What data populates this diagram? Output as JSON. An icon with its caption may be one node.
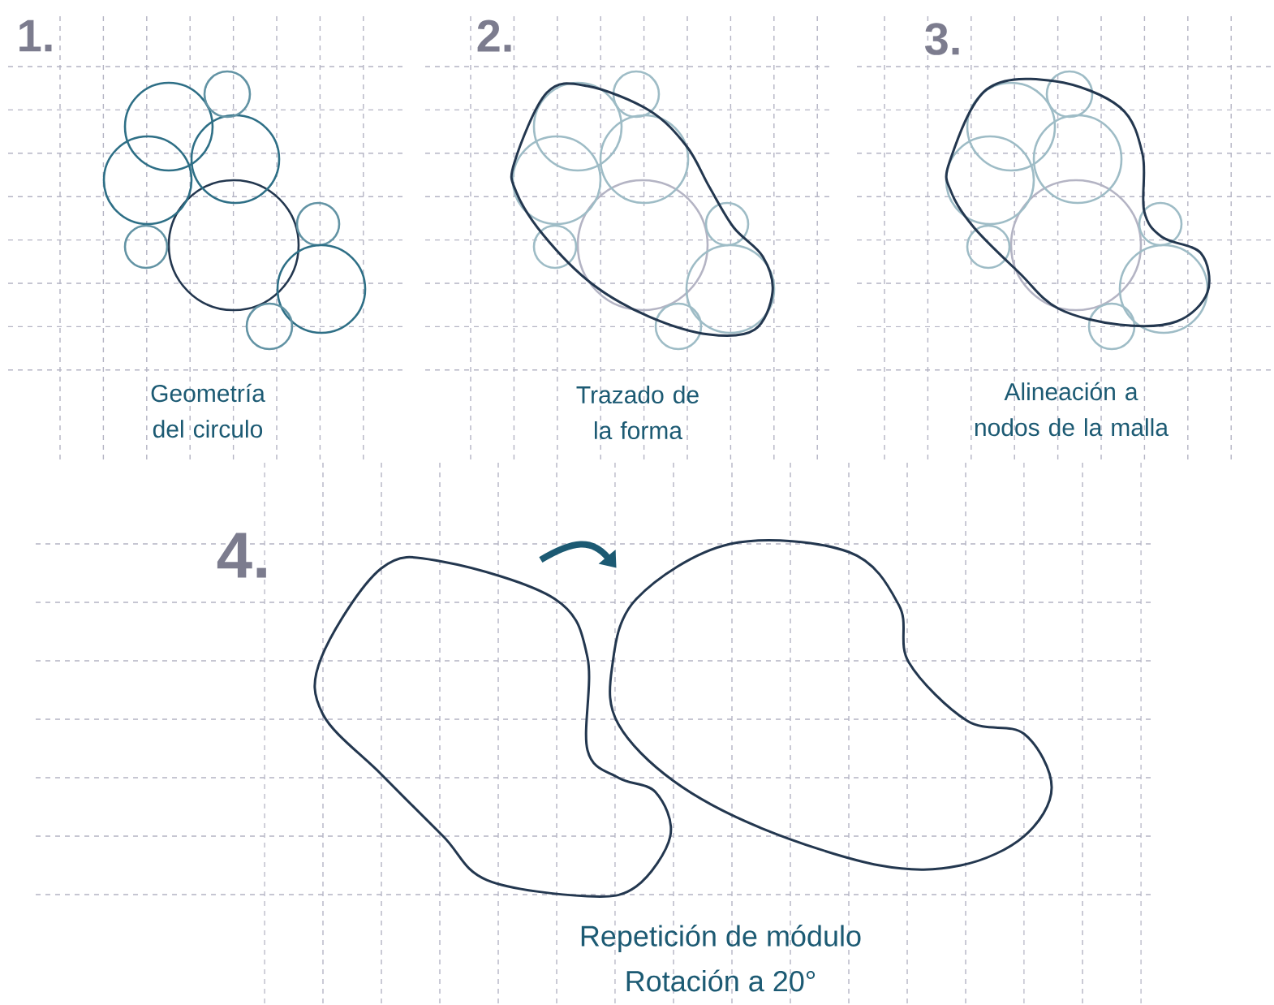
{
  "diagram": {
    "nodes": [
      {
        "text": [],
        "shape": "blob"
      },
      {
        "text": [],
        "shape": "blob"
      }
    ],
    "edges": [
      {
        "from": 0,
        "to": 1,
        "arrow": "to"
      }
    ],
    "labels": [
      "1.",
      "Geometría del circulo",
      "2.",
      "Trazado de la forma",
      "3.",
      "Alineación a nodos de la malla",
      "4.",
      "Repetición de módulo",
      "Rotación a 20°"
    ]
  }
}
